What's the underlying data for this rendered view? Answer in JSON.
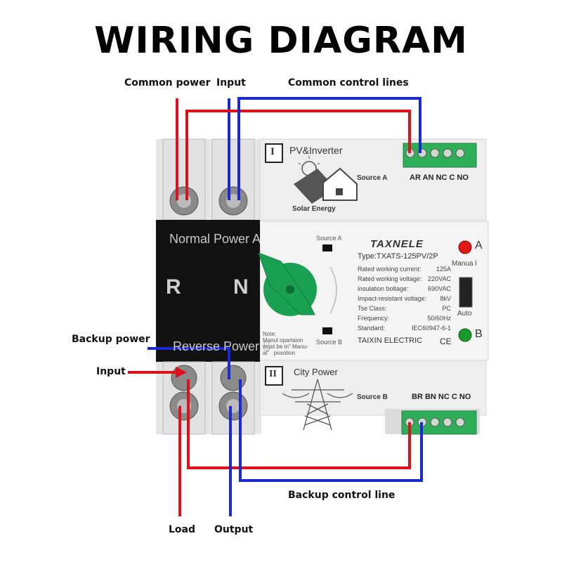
{
  "title": "WIRING DIAGRAM",
  "labels": {
    "common_power": "Common power",
    "input_top": "Input",
    "common_control": "Common control lines",
    "backup_power": "Backup power",
    "input_left": "Input",
    "backup_control": "Backup control line",
    "load": "Load",
    "output": "Output"
  },
  "device": {
    "section1_numeral": "I",
    "section1_title": "PV&Inverter",
    "solar_caption": "Solar Energy",
    "source_a_top": "Source A",
    "terminals_a": "AR AN NC C NO",
    "normal_power": "Normal  Power  A",
    "r_letter": "R",
    "n_letter": "N",
    "reverse_power": "Reverse  Power  B",
    "switch_source_a": "Source A",
    "switch_source_b": "Source B",
    "note": "Note:\nManul opartaion\nmust be in\" Manu-\nal\"   posotion",
    "brand": "TAXNELE",
    "type": "Type:TXATS-125PV/2P",
    "specs": [
      {
        "k": "Rated working current:",
        "v": "125A"
      },
      {
        "k": "Rated working voltage:",
        "v": "220VAC"
      },
      {
        "k": "insulation boltage:",
        "v": "690VAC"
      },
      {
        "k": "Impact-resistant voltage:",
        "v": "8kV"
      },
      {
        "k": "Tse  Class:",
        "v": "PC"
      },
      {
        "k": "Frequency:",
        "v": "50/60Hz"
      },
      {
        "k": "Standard:",
        "v": "IEC60947-6-1"
      }
    ],
    "maker": "TAIXIN ELECTRIC",
    "ce": "CE",
    "indicator_a": "A",
    "indicator_b": "B",
    "manual_label": "Manua l",
    "auto_label": "Auto",
    "section2_numeral": "II",
    "section2_title": "City  Power",
    "source_b_bottom": "Source B",
    "terminals_b": "BR BN NC C NO"
  },
  "colors": {
    "red_wire": "#e0101a",
    "blue_wire": "#1a2ad0",
    "switch_green": "#1aa052",
    "terminal_green": "#2fae5a",
    "lamp_red": "#e01818",
    "lamp_green": "#1a9a2a",
    "front_black": "#121212"
  }
}
